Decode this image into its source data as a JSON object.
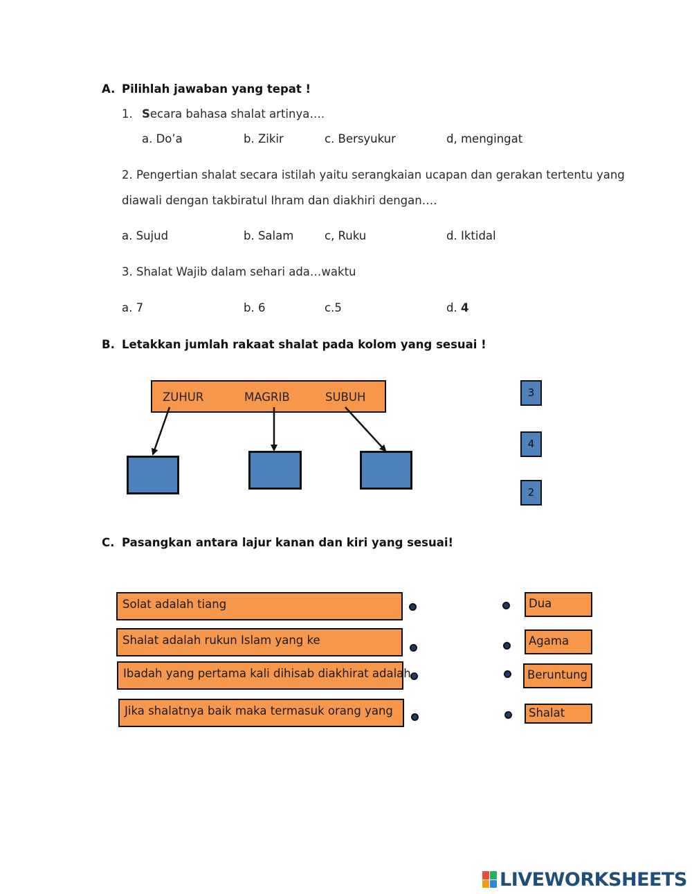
{
  "section_a": {
    "letter": "A.",
    "title": "Pilihlah jawaban yang tepat !",
    "q1": {
      "number": "1.",
      "text_first_letter": "S",
      "text_rest": "ecara bahasa shalat artinya….",
      "options": [
        "a.   Do’a",
        "b. Zikir",
        "c. Bersyukur",
        "d, mengingat"
      ]
    },
    "q2": {
      "line1": "2.   Pengertian shalat secara istilah yaitu serangkaian ucapan dan gerakan tertentu yang",
      "line2": "diawali dengan takbiratul Ihram dan diakhiri dengan….",
      "options": [
        "a. Sujud",
        "b. Salam",
        "c, Ruku",
        "d. Iktidal"
      ]
    },
    "q3": {
      "text": "3. Shalat Wajib dalam sehari ada…waktu",
      "options": [
        "a. 7",
        "b. 6",
        "c.5",
        "d."
      ],
      "option_d_bold": "4"
    }
  },
  "section_b": {
    "letter": "B.",
    "title": "Letakkan jumlah rakaat shalat pada kolom yang sesuai !",
    "prayers": [
      "ZUHUR",
      "MAGRIB",
      "SUBUH"
    ],
    "numbers": [
      "3",
      "4",
      "2"
    ]
  },
  "section_c": {
    "letter": "C.",
    "title": "Pasangkan antara lajur kanan dan kiri yang sesuai!",
    "left_items": [
      "Solat adalah tiang",
      "Shalat adalah rukun Islam yang ke",
      "Ibadah yang pertama kali dihisab diakhirat adalah",
      "Jika shalatnya baik maka termasuk orang yang"
    ],
    "right_items": [
      "Dua",
      "Agama",
      "Beruntung",
      "Shalat"
    ]
  },
  "brand": {
    "logo_letters": "LIVE",
    "text": "LIVEWORKSHEETS"
  },
  "colors": {
    "orange": "#f7974b",
    "blue": "#4f81bd",
    "brand": "#1f4e79"
  }
}
